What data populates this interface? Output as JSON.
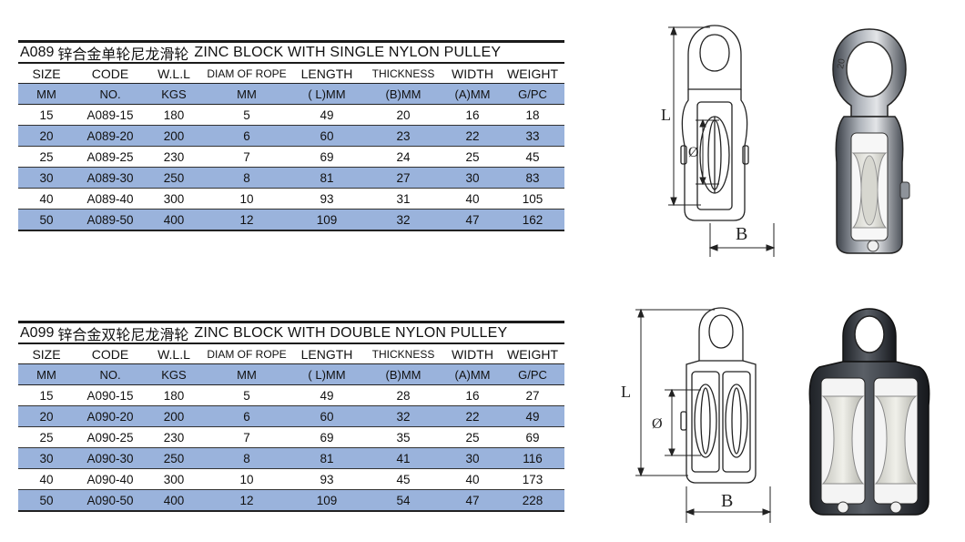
{
  "columns": {
    "headers": [
      "SIZE",
      "CODE",
      "W.L.L",
      "DIAM OF ROPE",
      "LENGTH",
      "THICKNESS",
      "WIDTH",
      "WEIGHT"
    ],
    "units": [
      "MM",
      "NO.",
      "KGS",
      "MM",
      "( L)MM",
      "(B)MM",
      "(A)MM",
      "G/PC"
    ]
  },
  "single": {
    "code_label": "A089",
    "cn_title": "锌合金单轮尼龙滑轮",
    "en_title": "ZINC  BLOCK WITH SINGLE NYLON PULLEY",
    "rows": [
      [
        "15",
        "A089-15",
        "180",
        "5",
        "49",
        "20",
        "16",
        "18"
      ],
      [
        "20",
        "A089-20",
        "200",
        "6",
        "60",
        "23",
        "22",
        "33"
      ],
      [
        "25",
        "A089-25",
        "230",
        "7",
        "69",
        "24",
        "25",
        "45"
      ],
      [
        "30",
        "A089-30",
        "250",
        "8",
        "81",
        "27",
        "30",
        "83"
      ],
      [
        "40",
        "A089-40",
        "300",
        "10",
        "93",
        "31",
        "40",
        "105"
      ],
      [
        "50",
        "A089-50",
        "400",
        "12",
        "109",
        "32",
        "47",
        "162"
      ]
    ],
    "diagram_labels": {
      "length": "L",
      "diameter": "Ø",
      "width": "B"
    },
    "photo_marking": "20"
  },
  "double": {
    "code_label": "A099",
    "cn_title": "锌合金双轮尼龙滑轮",
    "en_title": "ZINC  BLOCK WITH DOUBLE NYLON PULLEY",
    "rows": [
      [
        "15",
        "A090-15",
        "180",
        "5",
        "49",
        "28",
        "16",
        "27"
      ],
      [
        "20",
        "A090-20",
        "200",
        "6",
        "60",
        "32",
        "22",
        "49"
      ],
      [
        "25",
        "A090-25",
        "230",
        "7",
        "69",
        "35",
        "25",
        "69"
      ],
      [
        "30",
        "A090-30",
        "250",
        "8",
        "81",
        "41",
        "30",
        "116"
      ],
      [
        "40",
        "A090-40",
        "300",
        "10",
        "93",
        "45",
        "40",
        "173"
      ],
      [
        "50",
        "A090-50",
        "400",
        "12",
        "109",
        "54",
        "47",
        "228"
      ]
    ],
    "diagram_labels": {
      "length": "L",
      "diameter": "Ø",
      "width": "B"
    }
  },
  "colors": {
    "band": "#9ab3dc",
    "rule": "#1b1b1b",
    "metal_light": "#c9cdd3",
    "metal_dark": "#2a2d33",
    "nylon": "#e4e4de"
  }
}
